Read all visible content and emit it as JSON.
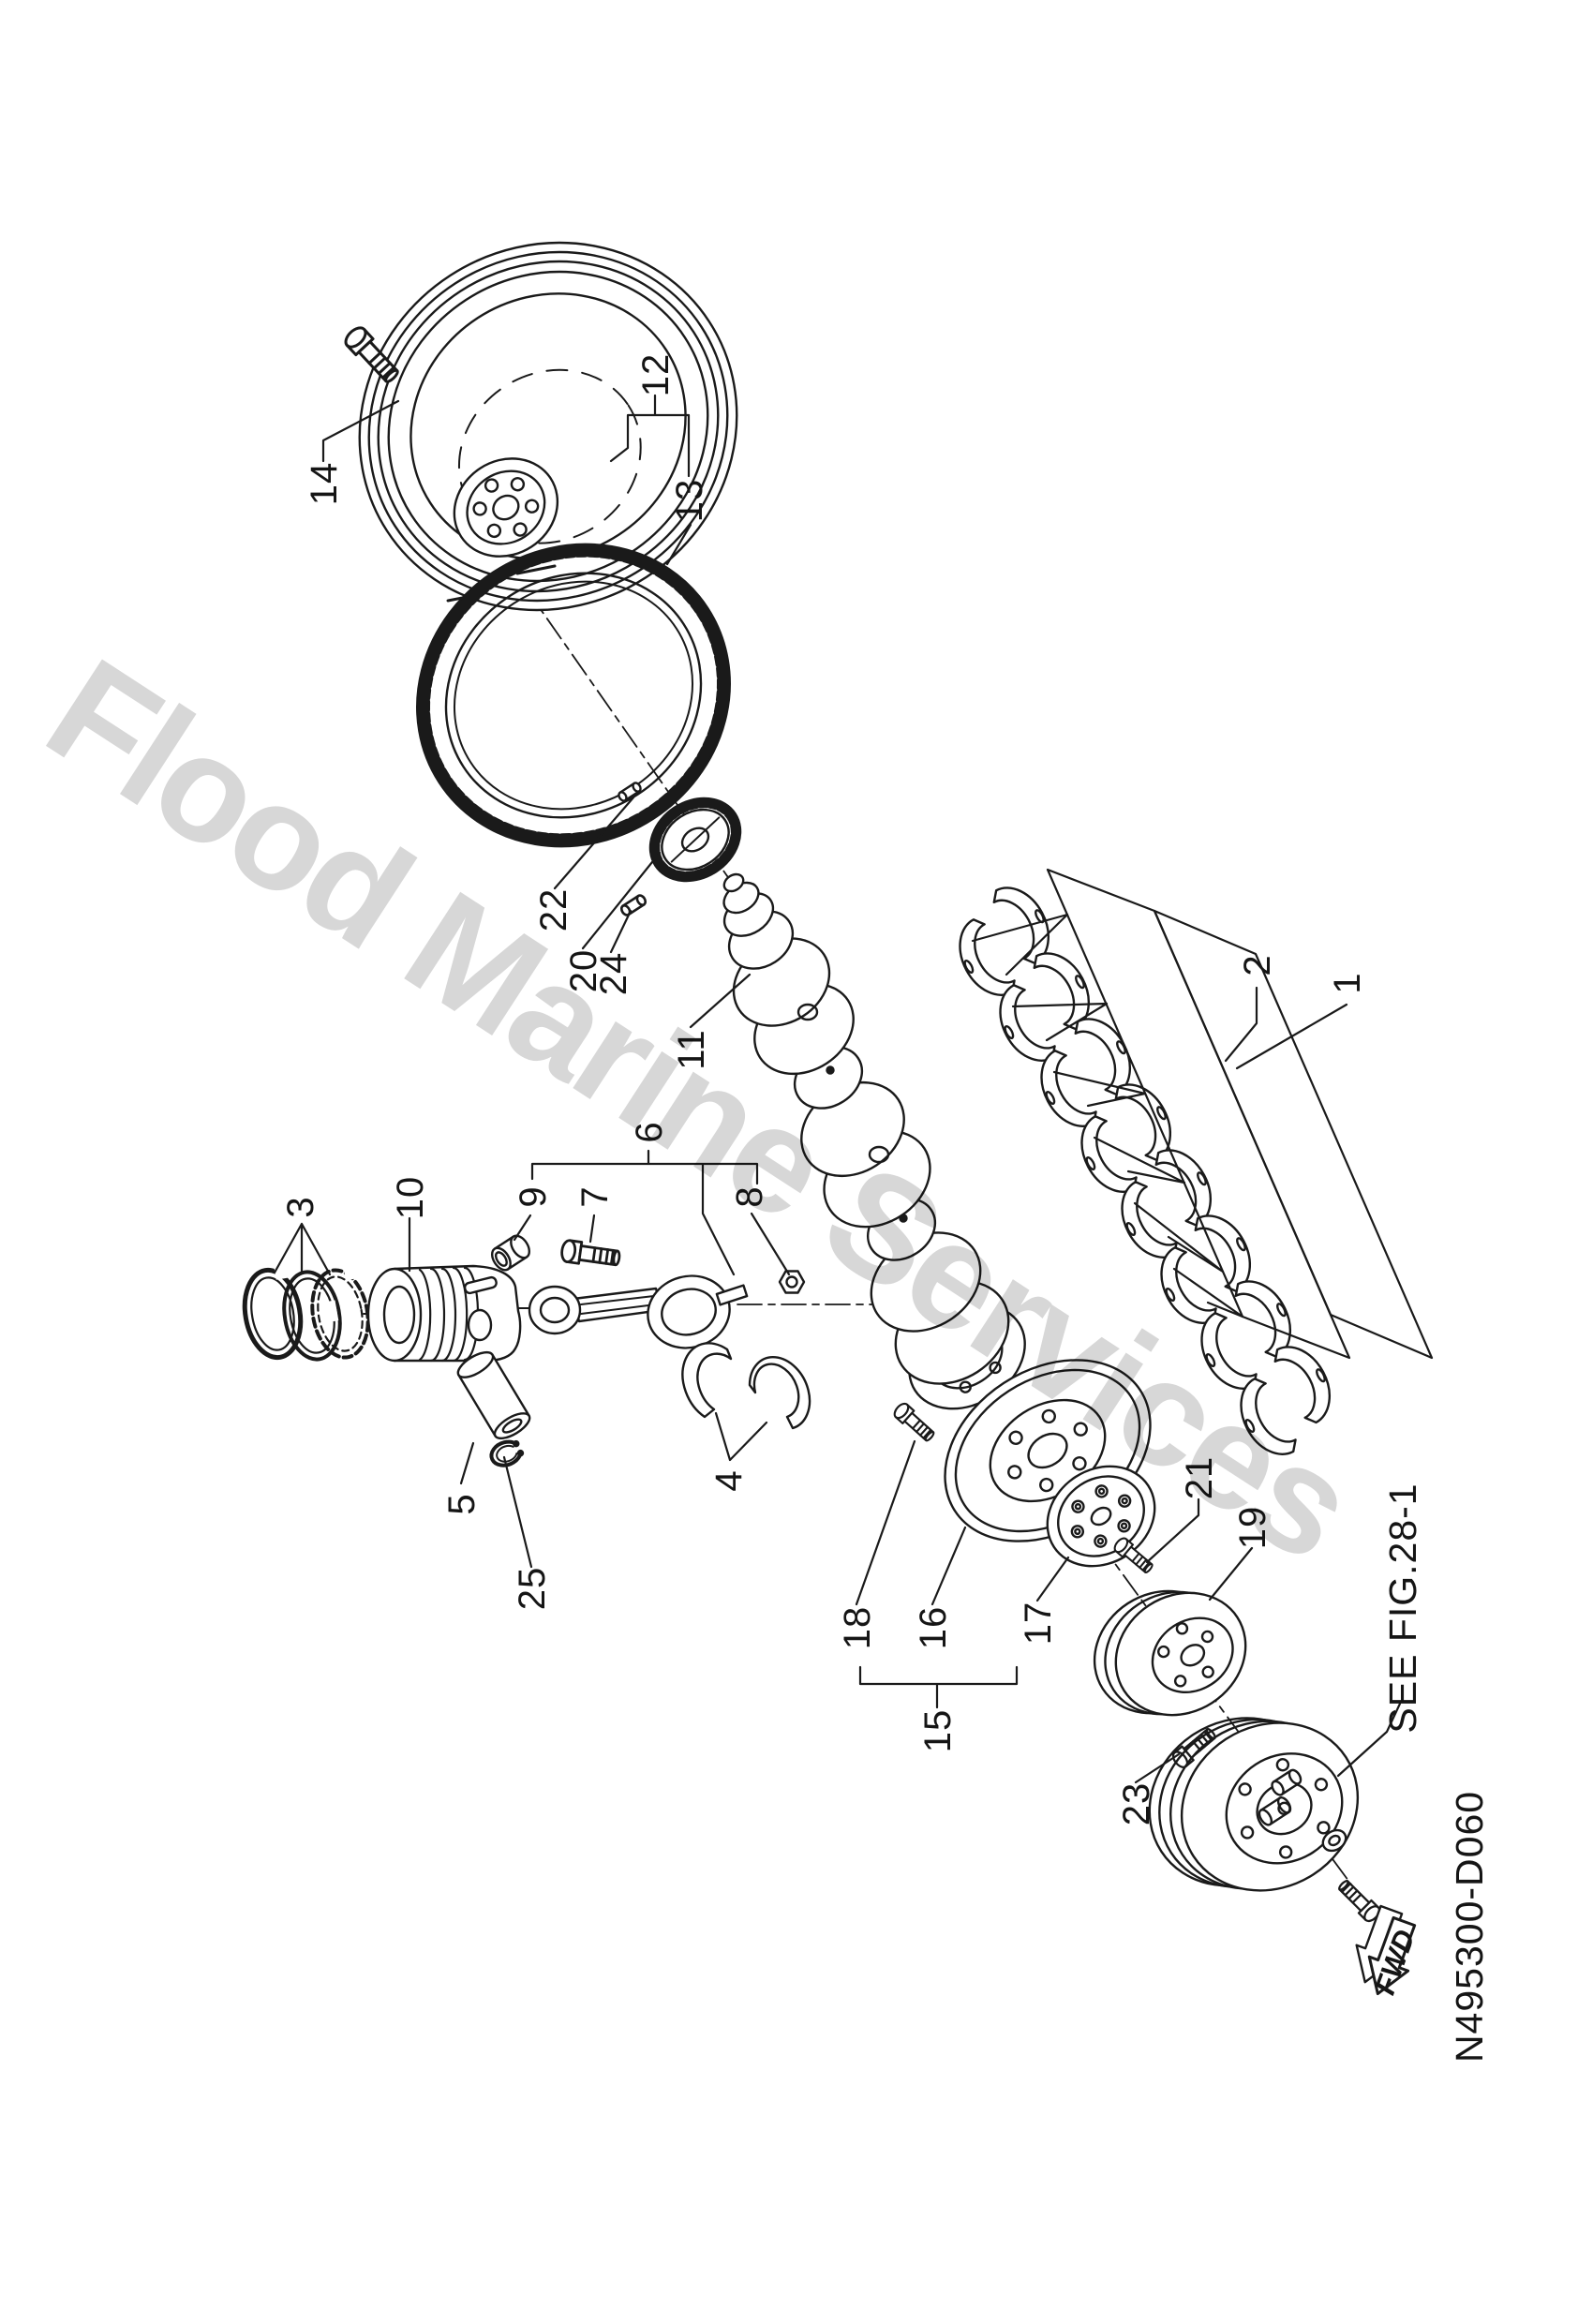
{
  "page": {
    "background": "#ffffff",
    "ink_color": "#1a1a1a",
    "watermark_color": "#d7d7d7"
  },
  "watermark": "Flood Marine Services",
  "diagram": {
    "figure_ref": "SEE FIG.28-1",
    "drawing_number": "N495300-D060",
    "direction_arrow": "FWD",
    "callouts": {
      "c1": "1",
      "c2": "2",
      "c3": "3",
      "c4": "4",
      "c5": "5",
      "c6": "6",
      "c7": "7",
      "c8": "8",
      "c9": "9",
      "c10": "10",
      "c11": "11",
      "c12": "12",
      "c13": "13",
      "c14": "14",
      "c15": "15",
      "c16": "16",
      "c17": "17",
      "c18": "18",
      "c19": "19",
      "c20": "20",
      "c21": "21",
      "c22": "22",
      "c23": "23",
      "c24": "24",
      "c25": "25"
    }
  }
}
